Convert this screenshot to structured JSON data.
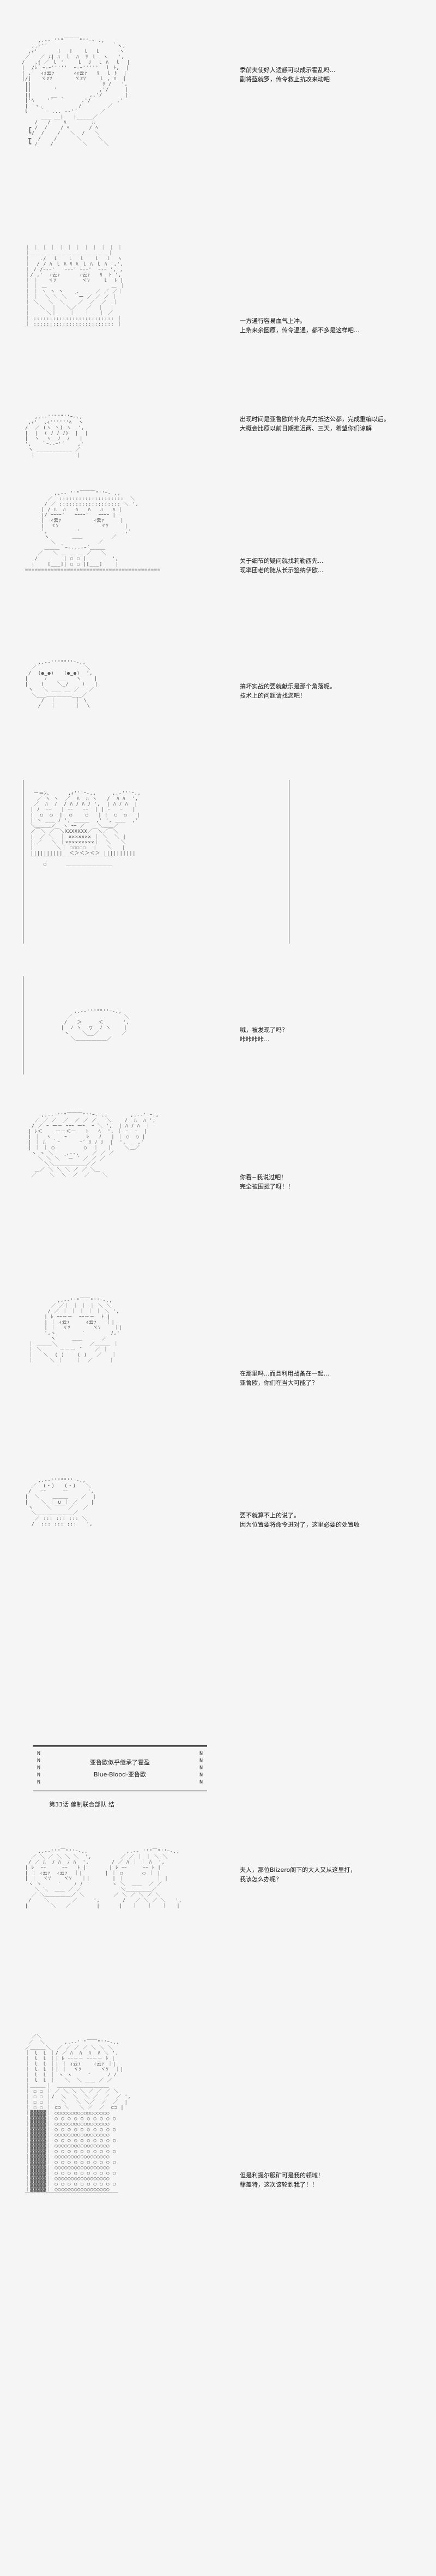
{
  "captions": [
    "季前夫使好人适惑可以成示霍乱吗...\n副将蓝就罗，传令救止抗攻来动吧",
    "一方通行容易血气上冲。\n上条来余圆原，传令温通，都不多是这样吧...",
    "出现时间是亚鲁欧的补充兵力抵达公都，完成重编以后。\n大概会比原以前日期推迟两、三天，希望你们谅解",
    "关于细节的疑问就找莉勒西先...\n现率团老的随从长示签纳伊欧...",
    "搞坏实战的要就献乐是那个角落呢。\n技术上的问题请找您吧！",
    "喊，被发现了吗？\n咔咔咔咔...",
    "你看~我说过吧！\n完全被围拢了呀！！",
    "在那里吗...而且利用战备在一起...\n亚鲁欧，你们在当大可能了？",
    "要不就算不上的说了。\n因为位置要将命令进对了，这里必要的处置收",
    "夫人，那位Blizero阁下的大人又从这里打，\n我该怎么办呢？",
    "但是利提尔服矿可是我的领域！\n菲盖特，这次该轮到我了！！"
  ],
  "title_box": {
    "label_left": "N\nN\nN\nN\nN",
    "label_right": "N\nN\nN\nN\nN",
    "line1": "亚鲁欧似乎继承了霍盈",
    "line2": "Blue-Blood-亚鲁欧"
  },
  "episode": "第33话  偏制联合部队 结"
}
